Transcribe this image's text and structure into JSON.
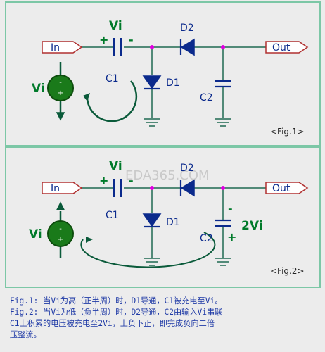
{
  "colors": {
    "background": "#ececec",
    "frame": "#7cc7a6",
    "wire": "#1f6a52",
    "component": "#0b2a8c",
    "node": "#e000e0",
    "source_green": "#1a7a1a",
    "source_dark": "#0d4d0d",
    "arrow_green": "#0a5a3a",
    "label_blue": "#0b2a8c",
    "label_green": "#007a2a",
    "caption": "#1f3aa6",
    "watermark": "#c9c9c9",
    "box_border": "#b03030"
  },
  "icons": {
    "source": "ac-voltage-source-icon",
    "diode": "diode-icon",
    "capacitor": "capacitor-icon",
    "ground": "ground-icon",
    "loop_arrow": "current-loop-arrow-icon"
  },
  "fig1": {
    "in_label": "In",
    "out_label": "Out",
    "vi_label": "Vi",
    "vi_cap_label": "Vi",
    "plus": "+",
    "minus": "-",
    "c1_label": "C1",
    "d1_label": "D1",
    "d2_label": "D2",
    "c2_label": "C2",
    "fig_tag": "<Fig.1>"
  },
  "fig2": {
    "in_label": "In",
    "out_label": "Out",
    "vi_label": "Vi",
    "vi_cap_label": "Vi",
    "plus": "+",
    "minus": "-",
    "c1_label": "C1",
    "d1_label": "D1",
    "d2_label": "D2",
    "c2_label": "C2",
    "c2_minus": "-",
    "c2_plus": "+",
    "two_vi": "2Vi",
    "fig_tag": "<Fig.2>"
  },
  "watermark": "EDA365.COM",
  "caption": {
    "line1": "Fig.1: 当Vi为高（正半周）时，D1导通，C1被充电至Vi。",
    "line2": "Fig.2: 当Vi为低（负半周）时，D2导通，C2由输入Vi串联",
    "line3": "C1上积累的电压被充电至2Vi，上负下正，即完成负向二倍",
    "line4": "压整流。"
  }
}
